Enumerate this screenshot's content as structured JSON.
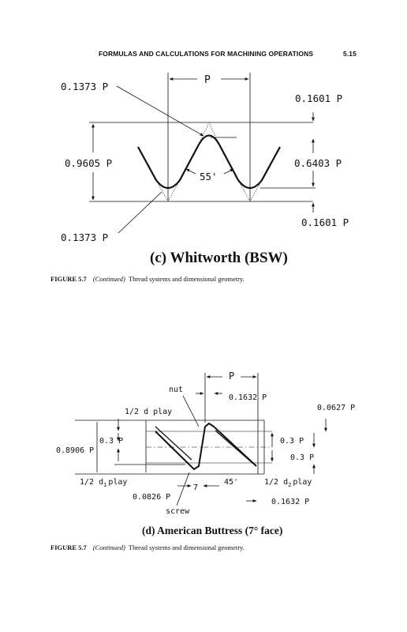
{
  "header": {
    "title": "FORMULAS AND CALCULATIONS FOR MACHINING OPERATIONS",
    "page_number": "5.15"
  },
  "figure_c": {
    "title": "(c) Whitworth (BSW)",
    "labels": {
      "top_left": "0.1373 P",
      "pitch": "P",
      "top_right": "0.1601 P",
      "left_height": "0.9605 P",
      "angle": "55'",
      "right_height": "0.6403 P",
      "bottom_right": "0.1601 P",
      "bottom_left": "0.1373 P"
    },
    "caption": {
      "fig_no": "FIGURE 5.7",
      "continued": "(Continued)",
      "text": "Thread systems and dimensional geometry."
    }
  },
  "figure_d": {
    "title": "(d) American Buttress (7° face)",
    "labels": {
      "pitch": "P",
      "nut": "nut",
      "top_0_1632": "0.1632 P",
      "top_right": "0.0627 P",
      "half_d_play": "1/2 d play",
      "left_0_3": "0.3 P",
      "left_height": "0.8906 P",
      "right_0_3a": "0.3 P",
      "right_0_3b": "0.3 P",
      "half_d1_play": "1/2 d",
      "half_d1_sub": "1",
      "half_d1_suffix": "play",
      "angle_7": "7",
      "angle_45": "45'",
      "half_d2_play": "1/2 d",
      "half_d2_sub": "2",
      "half_d2_suffix": "play",
      "bottom_0_0826": "0.0826 P",
      "bottom_0_1632": "0.1632 P",
      "screw": "screw"
    },
    "caption": {
      "fig_no": "FIGURE 5.7",
      "continued": "(Continued)",
      "text": "Thread systems and dimensional geometry."
    }
  }
}
